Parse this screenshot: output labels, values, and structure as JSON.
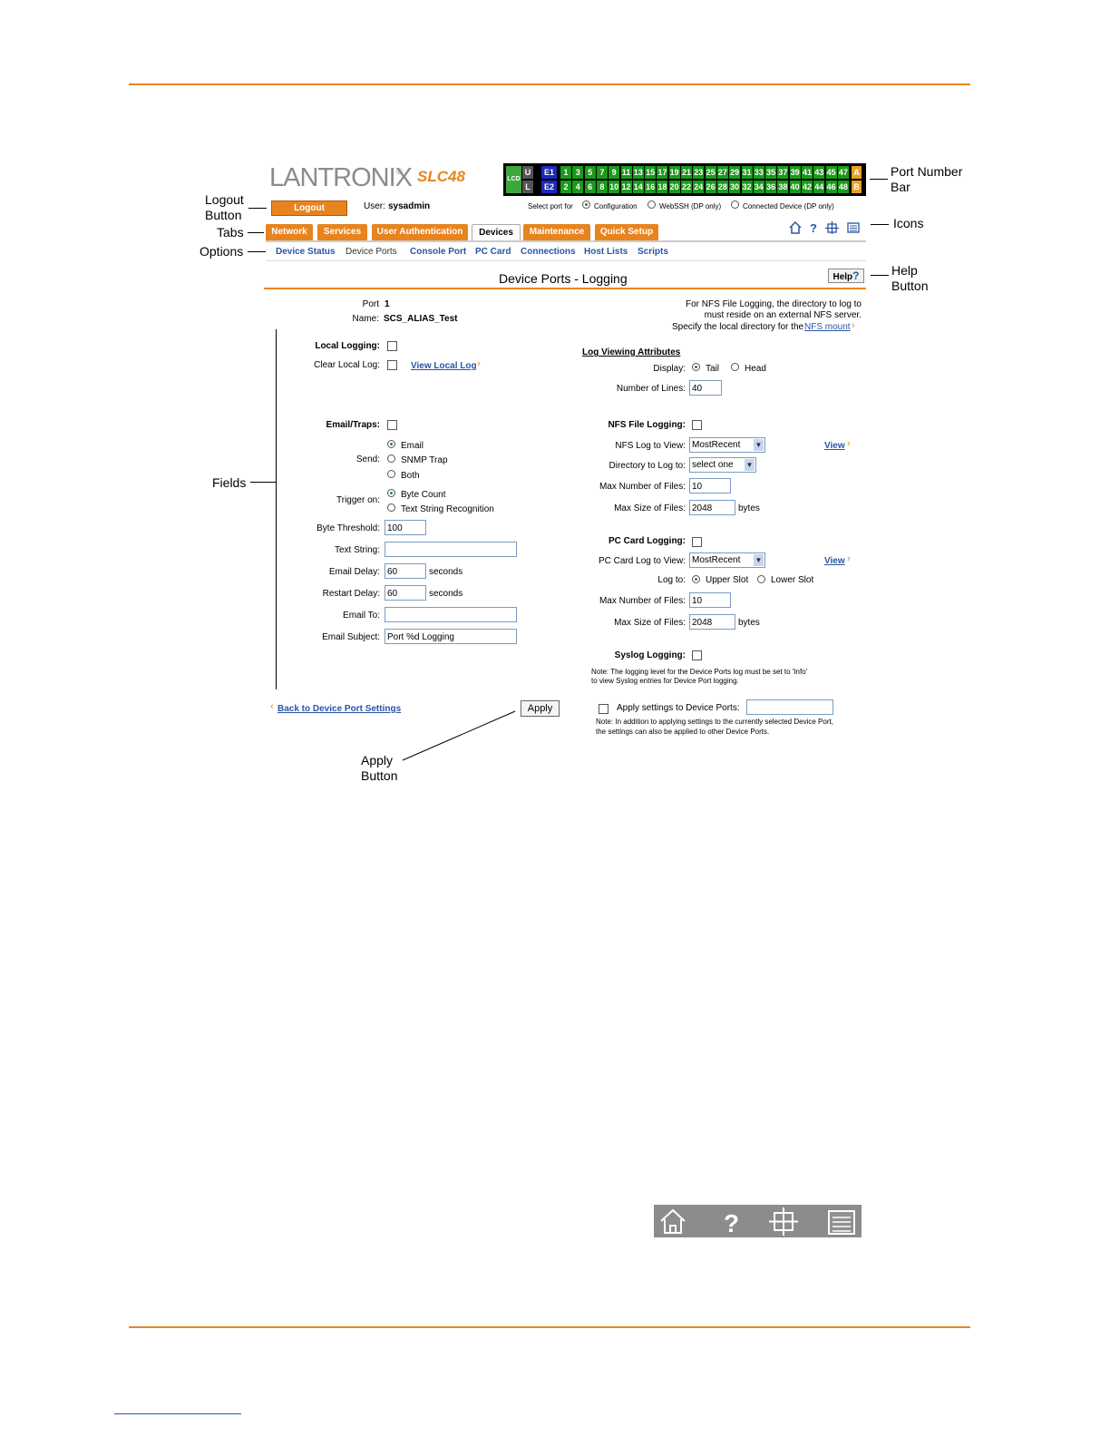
{
  "doc": {
    "callouts": {
      "logout": [
        "Logout",
        "Button"
      ],
      "tabs": "Tabs",
      "options": "Options",
      "fields": "Fields",
      "port_number_bar": [
        "Port Number",
        "Bar"
      ],
      "icons": "Icons",
      "help_button": [
        "Help",
        "Button"
      ],
      "apply_button": [
        "Apply",
        "Button"
      ]
    }
  },
  "header": {
    "logo": "LANTRONIX",
    "model": "SLC48",
    "logout_label": "Logout",
    "user_label": "User:",
    "user_name": "sysadmin",
    "select_port_for": "Select port for",
    "port_modes": [
      "Configuration",
      "WebSSH (DP only)",
      "Connected Device (DP only)"
    ]
  },
  "portbar": {
    "lcd": "LCD",
    "u": "U",
    "l": "L",
    "e1": "E1",
    "e2": "E2",
    "top_ports": [
      "1",
      "3",
      "5",
      "7",
      "9",
      "11",
      "13",
      "15",
      "17",
      "19",
      "21",
      "23",
      "25",
      "27",
      "29",
      "31",
      "33",
      "35",
      "37",
      "39",
      "41",
      "43",
      "45",
      "47"
    ],
    "bottom_ports": [
      "2",
      "4",
      "6",
      "8",
      "10",
      "12",
      "14",
      "16",
      "18",
      "20",
      "22",
      "24",
      "26",
      "28",
      "30",
      "32",
      "34",
      "36",
      "38",
      "40",
      "42",
      "44",
      "46",
      "48"
    ],
    "a": "A",
    "b": "B"
  },
  "tabs": [
    "Network",
    "Services",
    "User Authentication",
    "Devices",
    "Maintenance",
    "Quick Setup"
  ],
  "options": [
    "Device Status",
    "Device Ports",
    "Console Port",
    "PC Card",
    "Connections",
    "Host Lists",
    "Scripts"
  ],
  "page": {
    "title": "Device Ports - Logging",
    "help_label": "Help",
    "help_mark": "?",
    "port_label": "Port",
    "port_value": "1",
    "name_label": "Name:",
    "name_value": "SCS_ALIAS_Test",
    "nfs_note_1": "For NFS File Logging, the directory to log to",
    "nfs_note_2": "must reside on an external NFS server.",
    "nfs_note_3": "Specify the local directory for the",
    "nfs_mount_link": "NFS mount"
  },
  "left": {
    "local_logging": "Local Logging:",
    "clear_local_log": "Clear Local Log:",
    "view_local_log": "View Local Log",
    "email_traps": "Email/Traps:",
    "send": "Send:",
    "send_options": [
      "Email",
      "SNMP Trap",
      "Both"
    ],
    "trigger_on": "Trigger on:",
    "trigger_options": [
      "Byte Count",
      "Text String Recognition"
    ],
    "byte_threshold": "Byte Threshold:",
    "byte_threshold_value": "100",
    "text_string": "Text String:",
    "email_delay": "Email Delay:",
    "email_delay_value": "60",
    "restart_delay": "Restart Delay:",
    "restart_delay_value": "60",
    "seconds": "seconds",
    "email_to": "Email To:",
    "email_subject": "Email Subject:",
    "email_subject_value": "Port %d Logging",
    "back_link": "Back to Device Port Settings",
    "apply": "Apply"
  },
  "right": {
    "log_viewing": "Log Viewing Attributes",
    "display": "Display:",
    "display_options": [
      "Tail",
      "Head"
    ],
    "number_of_lines": "Number of Lines:",
    "number_of_lines_value": "40",
    "nfs_file_logging": "NFS File Logging:",
    "nfs_log_to_view": "NFS Log to View:",
    "nfs_log_value": "MostRecent",
    "view": "View",
    "directory_to_log": "Directory to Log to:",
    "directory_value": "select one",
    "max_number_files": "Max Number of Files:",
    "max_number_files_value": "10",
    "max_size_files": "Max Size of Files:",
    "max_size_files_value": "2048",
    "bytes": "bytes",
    "pc_card_logging": "PC Card Logging:",
    "pc_card_log_to_view": "PC Card Log to View:",
    "pc_card_log_value": "MostRecent",
    "log_to": "Log to:",
    "log_to_options": [
      "Upper Slot",
      "Lower Slot"
    ],
    "pc_max_number_files_value": "10",
    "pc_max_size_files_value": "2048",
    "syslog_logging": "Syslog Logging:",
    "syslog_note_1": "Note: The logging level for the Device Ports log must be set to 'Info'",
    "syslog_note_2": "to view Syslog entries for Device Port logging.",
    "apply_settings": "Apply settings to Device Ports:",
    "apply_note_1": "Note: In addition to applying settings to the currently selected Device Port,",
    "apply_note_2": "the settings can also be applied to other Device Ports."
  },
  "colors": {
    "accent": "#e8841f",
    "link": "#2a55a5",
    "port_green": "#1a9a1a"
  }
}
